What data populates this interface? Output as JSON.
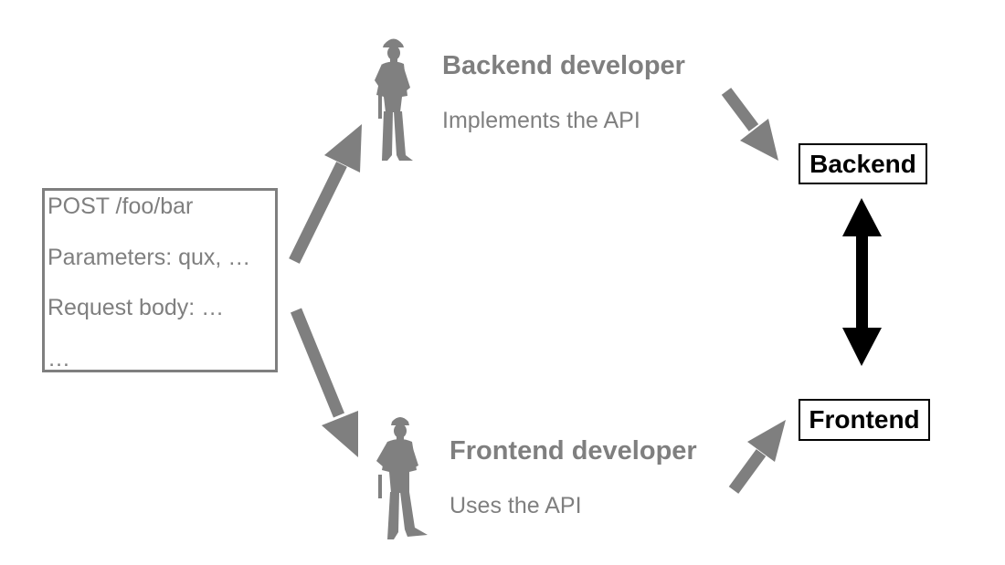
{
  "spec": {
    "lines": [
      "POST /foo/bar",
      "Parameters: qux,  …",
      "Request body: …",
      "…"
    ]
  },
  "backend_developer": {
    "title": "Backend developer",
    "description": "Implements the API"
  },
  "frontend_developer": {
    "title": "Frontend developer",
    "description": "Uses the API"
  },
  "nodes": {
    "backend": "Backend",
    "frontend": "Frontend"
  },
  "icons": {
    "backend_person": "construction-worker-icon",
    "frontend_person": "construction-worker-icon"
  },
  "colors": {
    "gray": "#7f7f7f",
    "black": "#000000"
  }
}
